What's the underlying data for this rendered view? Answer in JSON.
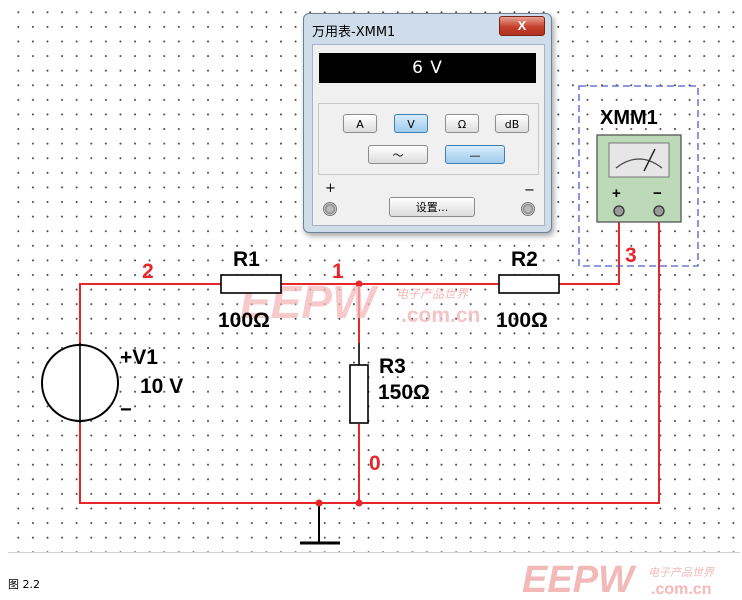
{
  "window": {
    "title": "万用表-XMM1",
    "close_label": "X",
    "display_value": "6 V",
    "mode_buttons": [
      {
        "label": "A",
        "active": false
      },
      {
        "label": "V",
        "active": true
      },
      {
        "label": "Ω",
        "active": false
      },
      {
        "label": "dB",
        "active": false
      }
    ],
    "signal_buttons": [
      {
        "label": "〜",
        "name": "ac",
        "active": false
      },
      {
        "label": "—",
        "name": "dc",
        "active": true
      }
    ],
    "plus_label": "+",
    "minus_label": "−",
    "settings_label": "设置..."
  },
  "schematic": {
    "components": {
      "r1": {
        "name": "R1",
        "value": "100Ω"
      },
      "r2": {
        "name": "R2",
        "value": "100Ω"
      },
      "r3": {
        "name": "R3",
        "value": "150Ω"
      },
      "v1": {
        "name": "+V1",
        "value": "10 V",
        "minus": "−"
      }
    },
    "nodes": {
      "n0": "0",
      "n1": "1",
      "n2": "2",
      "n3": "3"
    },
    "meter": {
      "name": "XMM1",
      "plus": "+",
      "minus": "−"
    }
  },
  "watermark": {
    "main": "EEPW",
    "url": ".com.cn",
    "tagline": "电子产品世界"
  },
  "caption": "图 2.2",
  "colors": {
    "wire": "#e8262a",
    "node_label": "#e8262a",
    "meter_body": "#bcd9b8",
    "window_frame": "#cfdcea",
    "display_bg": "#000000",
    "watermark": "#f3b8b8"
  }
}
